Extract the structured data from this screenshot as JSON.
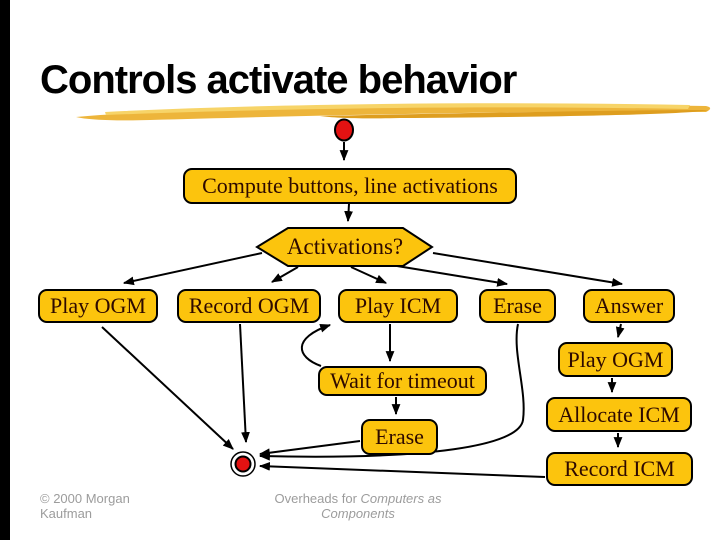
{
  "slide": {
    "title": "Controls activate behavior"
  },
  "nodes": {
    "compute": {
      "label": "Compute buttons, line activations"
    },
    "decision": {
      "label": "Activations?"
    },
    "play_ogm_left": {
      "label": "Play OGM"
    },
    "record_ogm": {
      "label": "Record OGM"
    },
    "play_icm": {
      "label": "Play ICM"
    },
    "erase_top": {
      "label": "Erase"
    },
    "answer": {
      "label": "Answer"
    },
    "wait_timeout": {
      "label": "Wait for timeout"
    },
    "erase_bottom": {
      "label": "Erase"
    },
    "play_ogm_right": {
      "label": "Play OGM"
    },
    "allocate_icm": {
      "label": "Allocate ICM"
    },
    "record_icm": {
      "label": "Record ICM"
    }
  },
  "footer": {
    "copyright_line1": "© 2000 Morgan",
    "copyright_line2": "Kaufman",
    "credit_prefix": "Overheads for ",
    "credit_title": "Computers as",
    "credit_line2": "Components"
  },
  "colors": {
    "node_fill": "#FCC40D",
    "node_text": "#2E0A00",
    "state_red": "#E31212",
    "swoosh_main": "#EDB53B",
    "swoosh_light": "#F7D468",
    "swoosh_dark": "#DE9E1F",
    "footer_gray": "#9C9C9C"
  }
}
